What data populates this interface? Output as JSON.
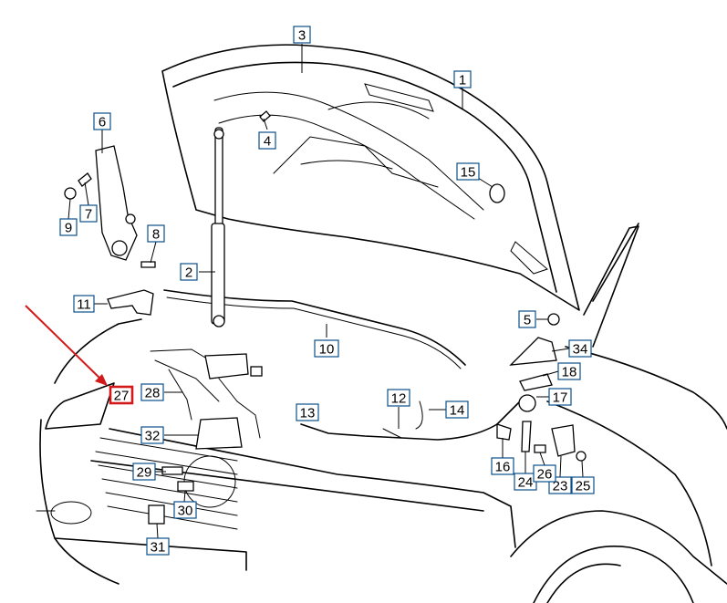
{
  "callouts": [
    {
      "id": "c1",
      "text": "1"
    },
    {
      "id": "c2",
      "text": "2"
    },
    {
      "id": "c3",
      "text": "3"
    },
    {
      "id": "c4",
      "text": "4"
    },
    {
      "id": "c5",
      "text": "5"
    },
    {
      "id": "c6",
      "text": "6"
    },
    {
      "id": "c7",
      "text": "7"
    },
    {
      "id": "c8",
      "text": "8"
    },
    {
      "id": "c9",
      "text": "9"
    },
    {
      "id": "c10",
      "text": "10"
    },
    {
      "id": "c11",
      "text": "11"
    },
    {
      "id": "c12",
      "text": "12"
    },
    {
      "id": "c13",
      "text": "13"
    },
    {
      "id": "c14",
      "text": "14"
    },
    {
      "id": "c15",
      "text": "15"
    },
    {
      "id": "c16",
      "text": "16"
    },
    {
      "id": "c17",
      "text": "17"
    },
    {
      "id": "c18",
      "text": "18"
    },
    {
      "id": "c23",
      "text": "23"
    },
    {
      "id": "c24",
      "text": "24"
    },
    {
      "id": "c25",
      "text": "25"
    },
    {
      "id": "c26",
      "text": "26"
    },
    {
      "id": "c27",
      "text": "27",
      "highlighted": true
    },
    {
      "id": "c28",
      "text": "28"
    },
    {
      "id": "c29",
      "text": "29"
    },
    {
      "id": "c30",
      "text": "30"
    },
    {
      "id": "c31",
      "text": "31"
    },
    {
      "id": "c32",
      "text": "32"
    },
    {
      "id": "c34",
      "text": "34"
    }
  ],
  "colors": {
    "callout_border": "#0a4f8a",
    "highlight": "#d21818",
    "line_art": "#000000",
    "background": "#ffffff"
  },
  "annotation": {
    "type": "arrow",
    "points_to": "27",
    "color": "#d21818"
  }
}
